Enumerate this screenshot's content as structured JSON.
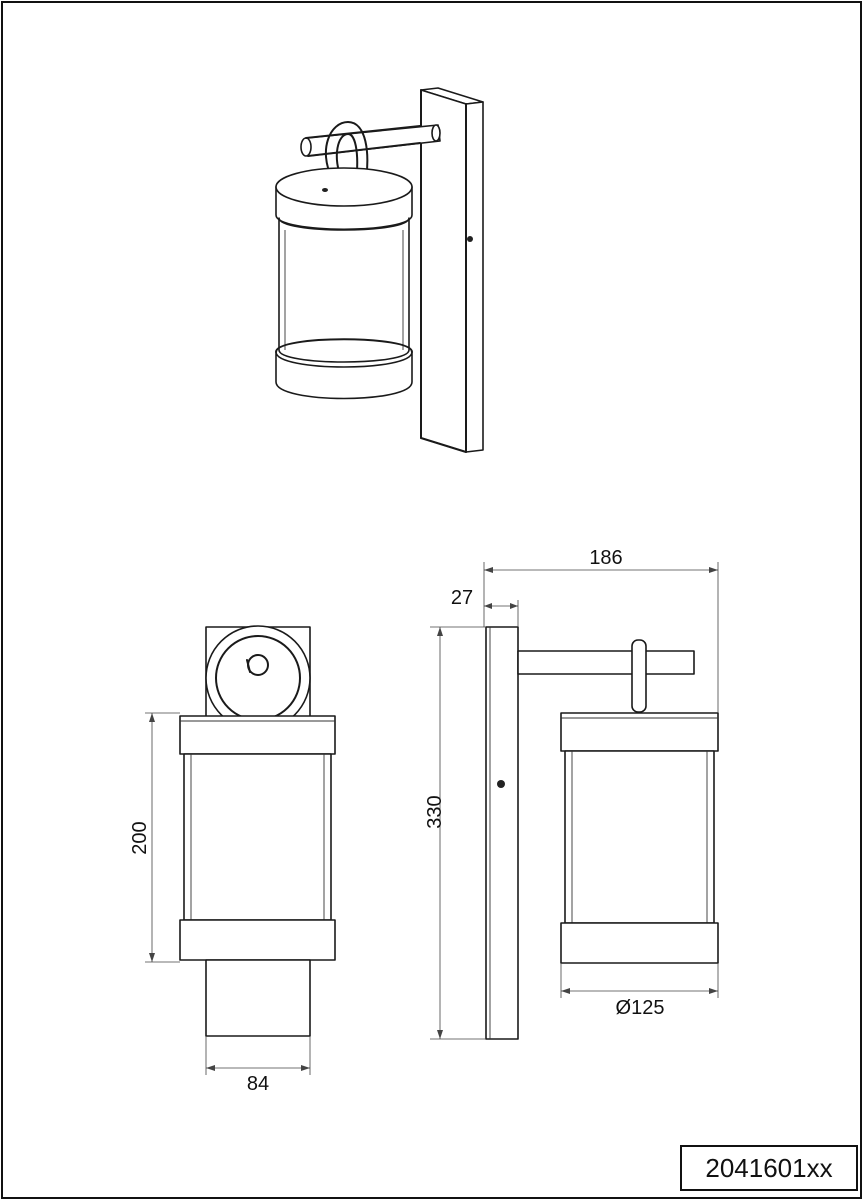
{
  "drawing": {
    "product_code": "2041601xx",
    "dimensions": {
      "total_depth": "186",
      "backplate_depth": "27",
      "total_height": "330",
      "shade_height": "200",
      "backplate_width": "84",
      "shade_diameter": "Ø125"
    }
  }
}
